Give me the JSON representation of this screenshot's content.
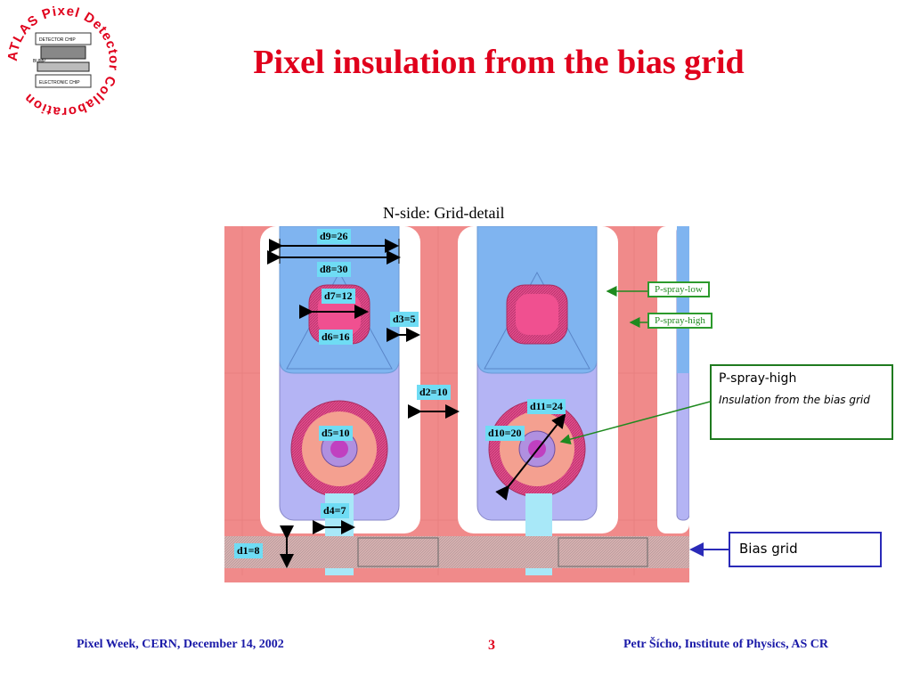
{
  "slide": {
    "title": "Pixel insulation from the bias grid",
    "figure_title": "N-side: Grid-detail"
  },
  "logo": {
    "ring_text": "ATLAS Pixel Detector Collaboration",
    "inner_labels": [
      "DETECTOR CHIP",
      "BUMP",
      "ELECTRONIC CHIP"
    ]
  },
  "dimensions": {
    "d1": "d1=8",
    "d2": "d2=10",
    "d3": "d3=5",
    "d4": "d4=7",
    "d5": "d5=10",
    "d6": "d6=16",
    "d7": "d7=12",
    "d8": "d8=30",
    "d9": "d9=26",
    "d10": "d10=20",
    "d11": "d11=24"
  },
  "tags": {
    "pspray_low": "P-spray-low",
    "pspray_high": "P-spray-high"
  },
  "callouts": {
    "green_title": "P-spray-high",
    "green_text": "Insulation from the bias grid",
    "blue_text": "Bias grid"
  },
  "footer": {
    "left": "Pixel Week, CERN, December 14,  2002",
    "page": "3",
    "right": "Petr Šícho, Institute of Physics, AS CR"
  },
  "colors": {
    "title": "#e0001c",
    "implant_red": "#f08a8a",
    "pspray_low_blue": "#7fb4f0",
    "pspray_high_lavender": "#b4b4f4",
    "dimension_label": "#6fdcf4",
    "footer": "#1a1aa8"
  }
}
